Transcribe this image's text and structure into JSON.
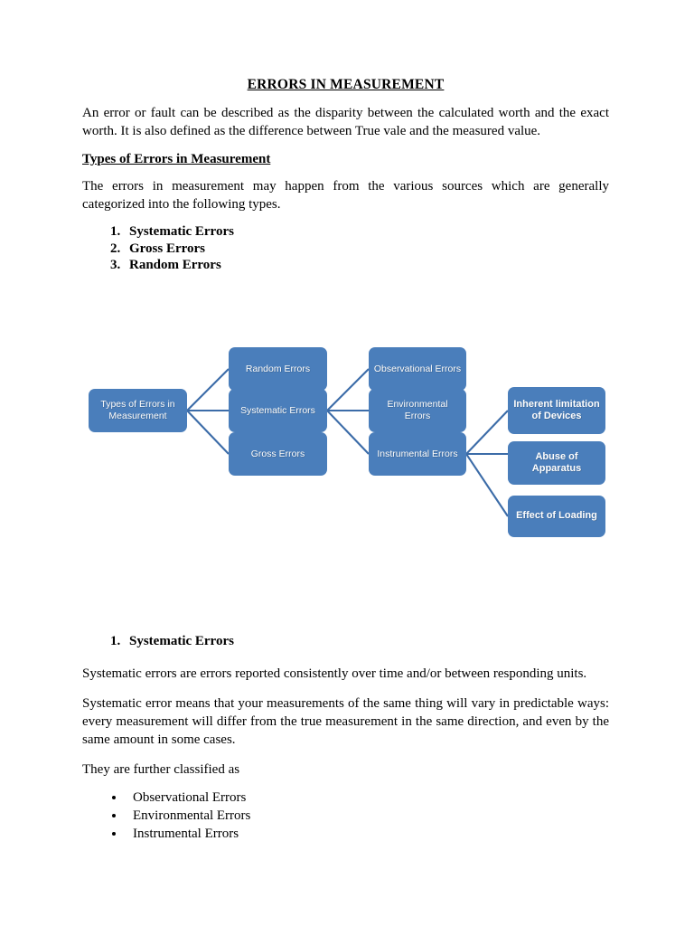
{
  "document": {
    "title": "ERRORS IN MEASUREMENT",
    "intro_paragraph": "An error or fault can be described as the disparity between the calculated worth and the exact worth. It is also defined as the difference between True vale and the measured value.",
    "section_heading": "Types of Errors in Measurement",
    "section_paragraph": "The errors in measurement may happen from the various sources which are generally categorized into the following types.",
    "types_list": [
      "Systematic Errors",
      "Gross Errors",
      "Random Errors"
    ],
    "systematic_heading": "Systematic Errors",
    "systematic_paragraph_1": "Systematic errors are errors reported consistently over time and/or between responding units.",
    "systematic_paragraph_2": "Systematic error means that your measurements of the same thing will vary in predictable ways: every measurement will differ from the true measurement in the same direction, and even by the same amount in some cases.",
    "further_classified_text": "They are further classified as",
    "systematic_subtypes": [
      "Observational Errors",
      "Environmental Errors",
      "Instrumental Errors"
    ]
  },
  "diagram": {
    "node_fill_color": "#4A7EBB",
    "connector_color": "#3C6CA8",
    "text_color": "#FFFFFF",
    "nodes": {
      "root": "Types of Errors in Measurement",
      "random": "Random Errors",
      "systematic": "Systematic Errors",
      "gross": "Gross Errors",
      "observational": "Observational Errors",
      "environmental": "Environmental Errors",
      "instrumental": "Instrumental Errors",
      "inherent": "Inherent limitation of Devices",
      "abuse": "Abuse of Apparatus",
      "loading": "Effect of Loading"
    }
  }
}
